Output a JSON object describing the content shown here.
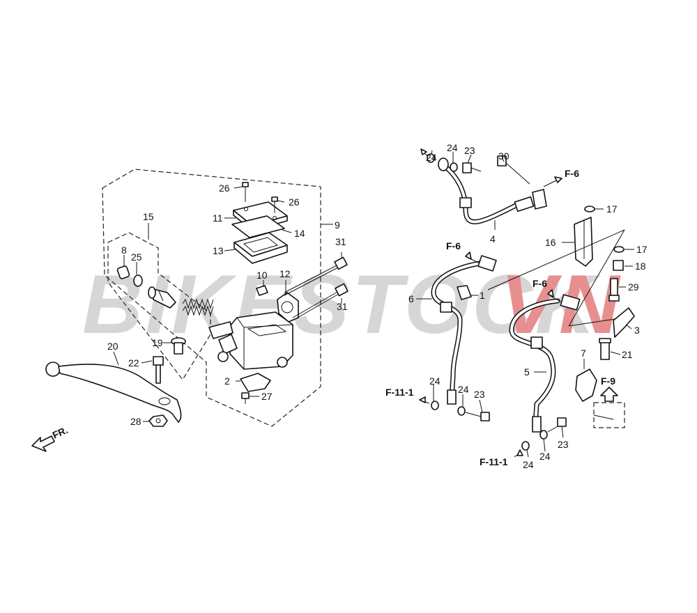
{
  "watermark": {
    "text_a": "BIKESTOCK",
    "text_b": "VN",
    "color_a": "#c9c9c9",
    "color_b": "#e06a6a"
  },
  "callouts": {
    "c1": "1",
    "c2": "2",
    "c3": "3",
    "c4": "4",
    "c5": "5",
    "c6": "6",
    "c7": "7",
    "c8": "8",
    "c9": "9",
    "c10": "10",
    "c11": "11",
    "c12": "12",
    "c13": "13",
    "c14": "14",
    "c15": "15",
    "c16": "16",
    "c17a": "17",
    "c17b": "17",
    "c18": "18",
    "c19": "19",
    "c20": "20",
    "c21": "21",
    "c22": "22",
    "c23a": "23",
    "c23b": "23",
    "c23c": "23",
    "c24a": "24",
    "c24b": "24",
    "c24c": "24",
    "c24d": "24",
    "c24e": "24",
    "c24f": "24",
    "c25": "25",
    "c26a": "26",
    "c26b": "26",
    "c27": "27",
    "c28": "28",
    "c29": "29",
    "c30": "30",
    "c31a": "31",
    "c31b": "31"
  },
  "references": {
    "f6_top": "F-6",
    "f6_left": "F-6",
    "f6_mid": "F-6",
    "f11_left": "F-11-1",
    "f11_right": "F-11-1",
    "f9": "F-9"
  },
  "front_marker": "FR."
}
